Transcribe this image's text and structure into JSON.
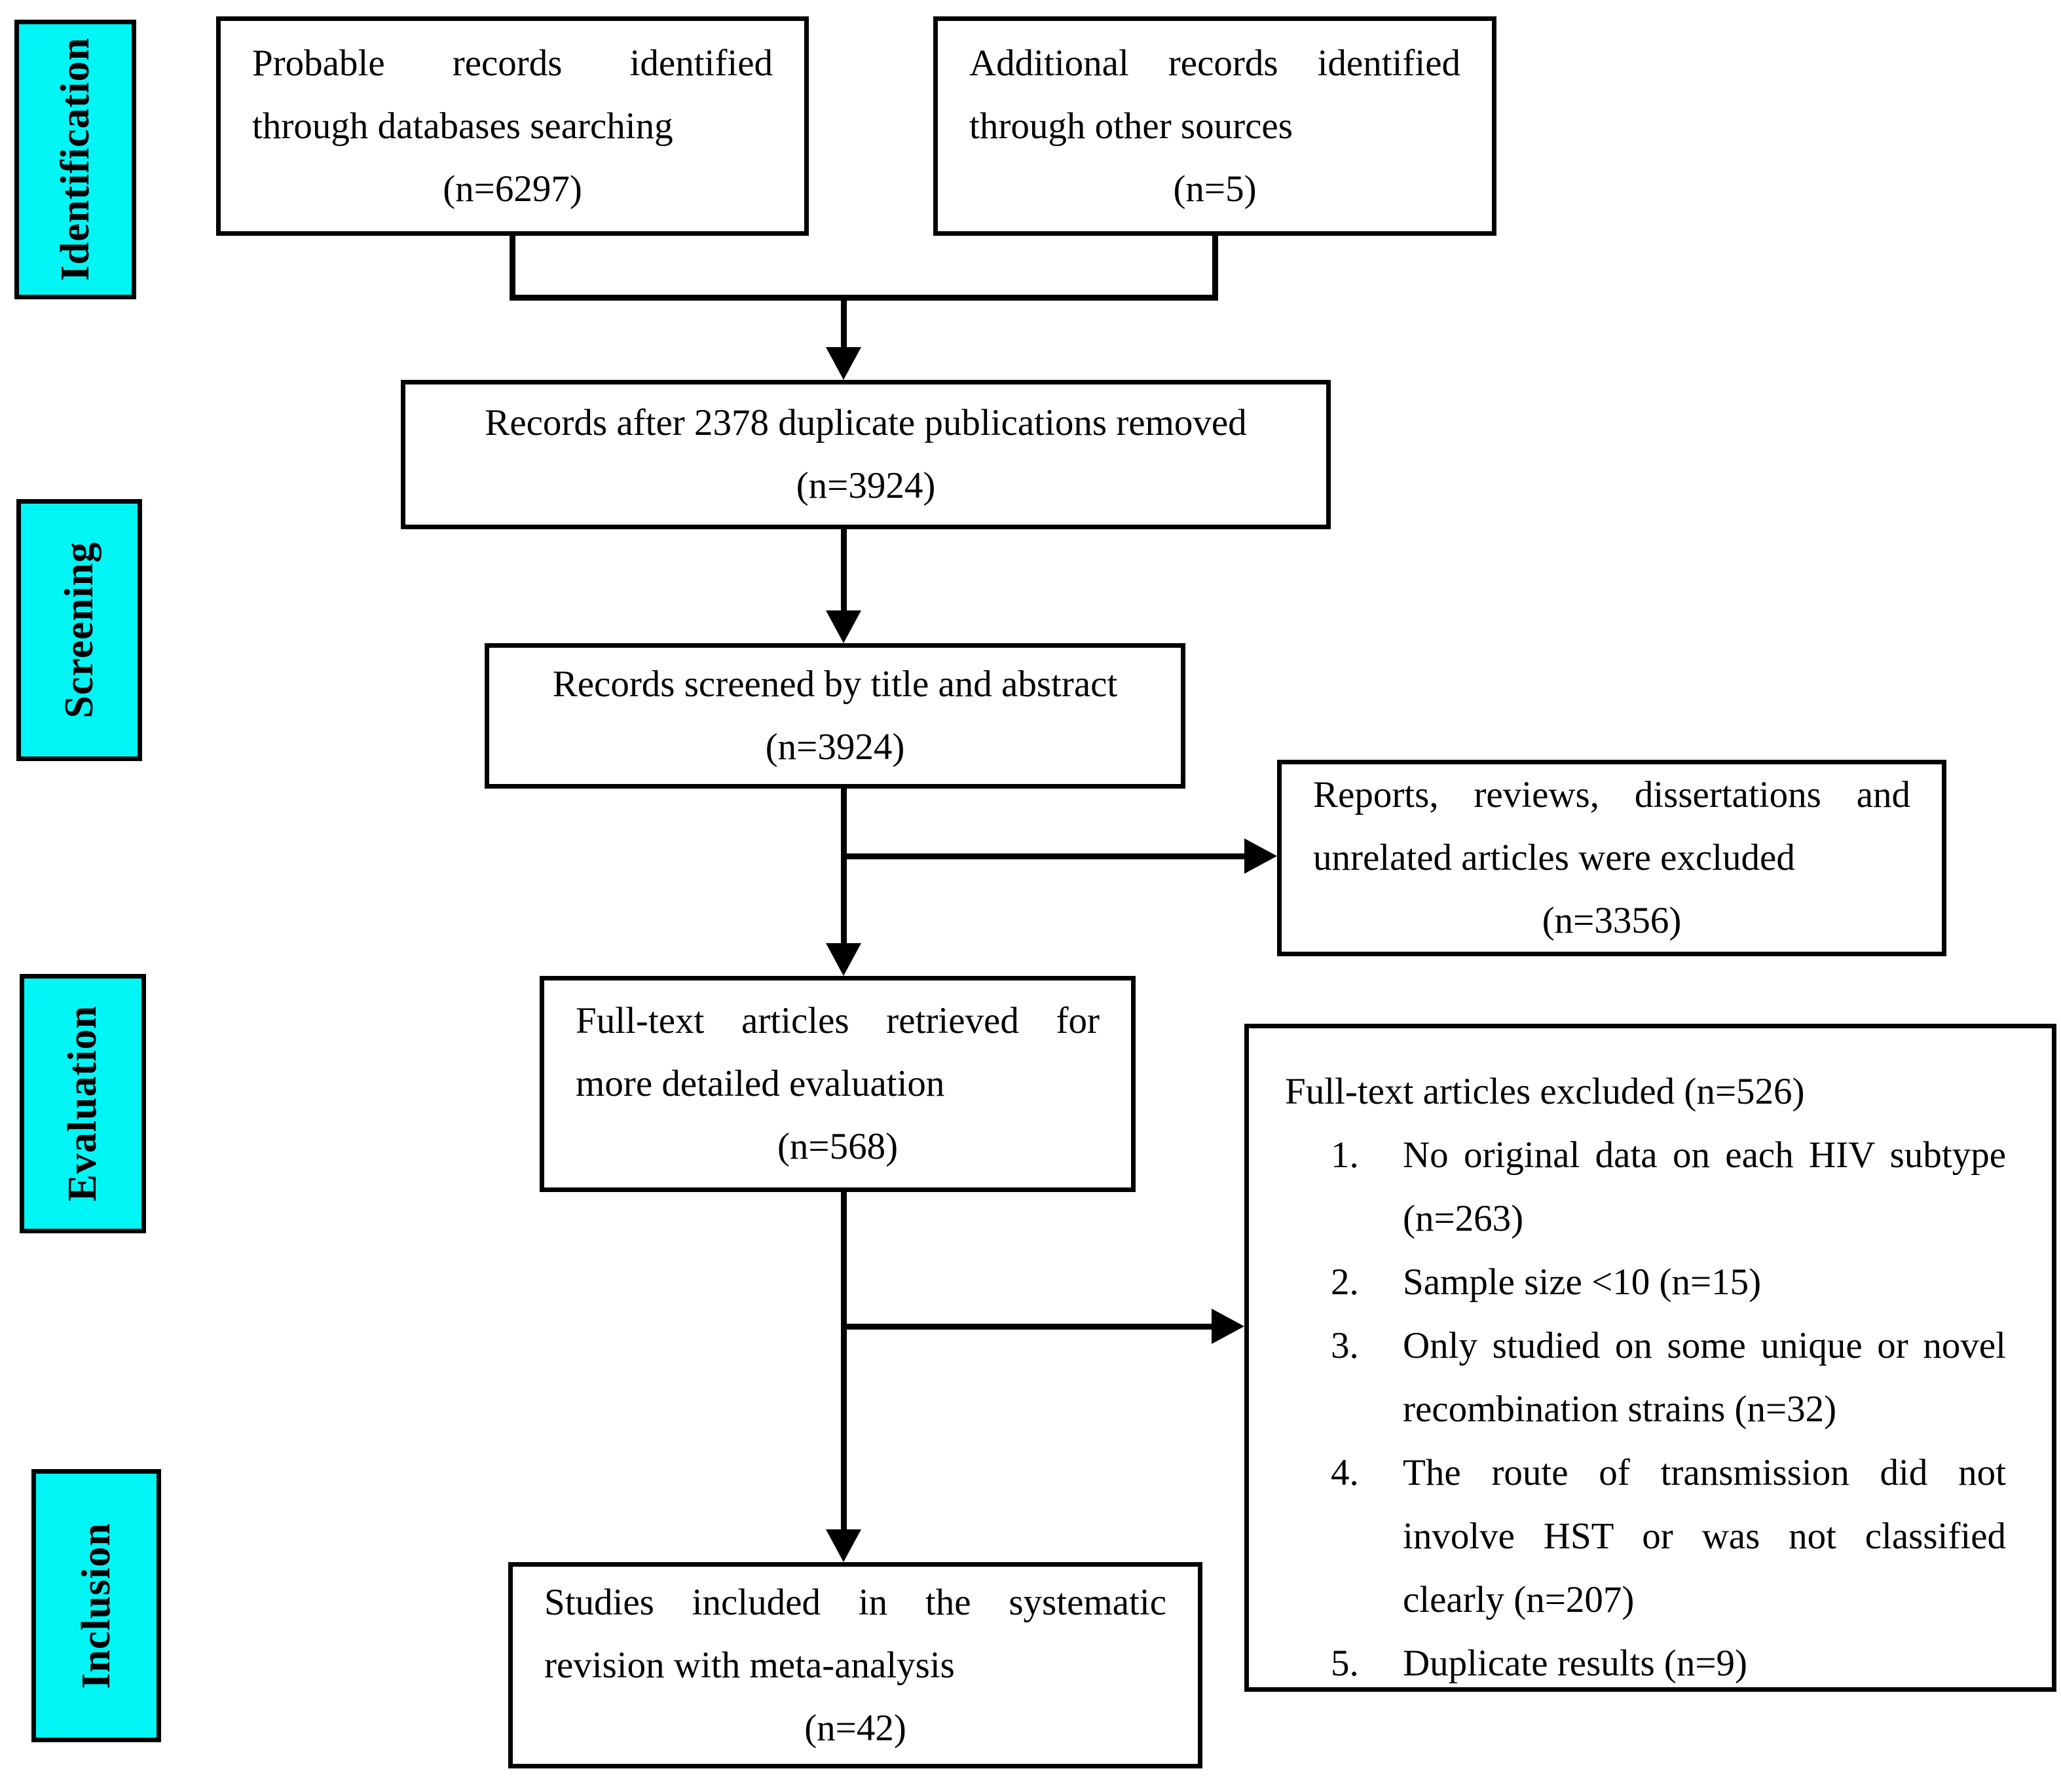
{
  "colors": {
    "stage_fill": "#00F5F5",
    "box_border": "#000000",
    "background": "#FFFFFF"
  },
  "stages": {
    "identification": "Identification",
    "screening": "Screening",
    "evaluation": "Evaluation",
    "inclusion": "Inclusion"
  },
  "flow": {
    "db_search": {
      "line1": "Probable records identified",
      "line2": "through databases searching",
      "count": "(n=6297)"
    },
    "other_sources": {
      "line1": "Additional records identified",
      "line2": "through other sources",
      "count": "(n=5)"
    },
    "dedup": {
      "line1": "Records after 2378 duplicate publications removed",
      "count": "(n=3924)"
    },
    "screened": {
      "line1": "Records screened by title and abstract",
      "count": "(n=3924)"
    },
    "excluded_screen": {
      "line1": "Reports, reviews, dissertations and",
      "line2": "unrelated articles were excluded",
      "count": "(n=3356)"
    },
    "fulltext": {
      "line1": "Full-text articles retrieved for",
      "line2": "more detailed evaluation",
      "count": "(n=568)"
    },
    "excluded_fulltext": {
      "title": "Full-text articles excluded (n=526)",
      "reasons": [
        {
          "num": "1.",
          "text": "No original data on each HIV subtype (n=263)"
        },
        {
          "num": "2.",
          "text": "Sample size <10 (n=15)"
        },
        {
          "num": "3.",
          "text": "Only studied on some unique or novel recombination strains (n=32)"
        },
        {
          "num": "4.",
          "text": "The route of transmission did not involve HST or was not classified clearly (n=207)"
        },
        {
          "num": "5.",
          "text": "Duplicate results (n=9)"
        }
      ]
    },
    "included": {
      "line1": "Studies included in the systematic",
      "line2": "revision with meta-analysis",
      "count": "(n=42)"
    }
  }
}
